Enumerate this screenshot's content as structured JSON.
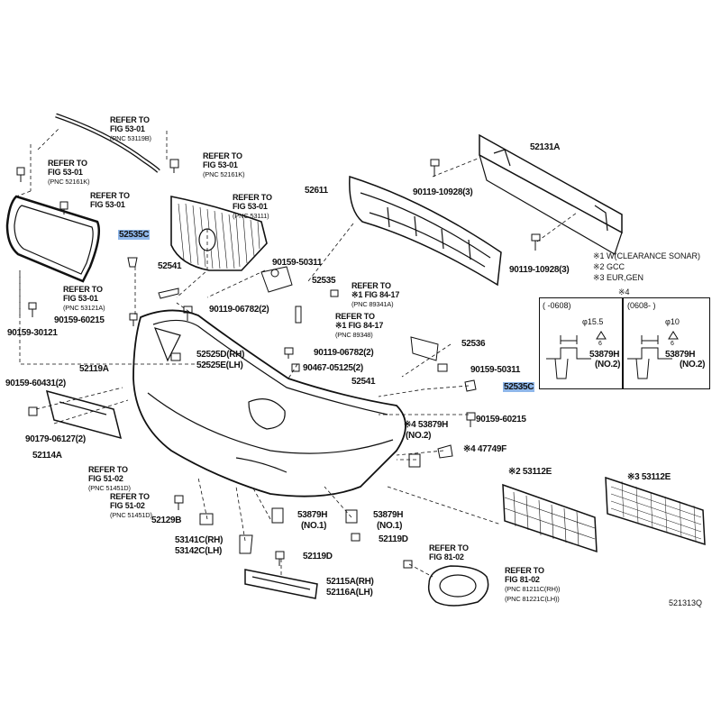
{
  "diagram_id": "521313Q",
  "refs": {
    "r1": {
      "title": "REFER TO",
      "fig": "FIG 53-01",
      "pnc": "(PNC 53119B)"
    },
    "r2": {
      "title": "REFER TO",
      "fig": "FIG 53-01",
      "pnc": "(PNC 52161K)"
    },
    "r3": {
      "title": "REFER TO",
      "fig": "FIG 53-01",
      "pnc": "(PNC 52161K)"
    },
    "r4": {
      "title": "REFER TO",
      "fig": "FIG 53-01",
      "pnc": ""
    },
    "r5": {
      "title": "REFER TO",
      "fig": "FIG 53-01",
      "pnc": "(PNC 53111)"
    },
    "r6": {
      "title": "REFER TO",
      "fig": "FIG 53-01",
      "pnc": "(PNC 53121A)"
    },
    "r7": {
      "title": "REFER TO",
      "fig": "※1 FIG 84-17",
      "pnc": "(PNC 89341A)"
    },
    "r8": {
      "title": "REFER TO",
      "fig": "※1 FIG 84-17",
      "pnc": "(PNC 89348)"
    },
    "r9": {
      "title": "REFER TO",
      "fig": "FIG 51-02",
      "pnc": "(PNC 51451D)"
    },
    "r10": {
      "title": "REFER TO",
      "fig": "FIG 51-02",
      "pnc": "(PNC 51451D)"
    },
    "r11": {
      "title": "REFER TO",
      "fig": "FIG 81-02",
      "pnc": ""
    },
    "r12": {
      "title": "REFER TO",
      "fig": "FIG 81-02",
      "pnc": "(PNC 81211C(RH))",
      "pnc2": "(PNC 81221C(LH))"
    }
  },
  "parts": {
    "p52131A": "52131A",
    "p52611": "52611",
    "p90119_10928a": "90119-10928(3)",
    "p90119_10928b": "90119-10928(3)",
    "p52535C_a": "52535C",
    "p52535C_b": "52535C",
    "p52541a": "52541",
    "p52541b": "52541",
    "p90159_50311a": "90159-50311",
    "p90159_50311b": "90159-50311",
    "p52535": "52535",
    "p90119_06782a": "90119-06782(2)",
    "p90119_06782b": "90119-06782(2)",
    "p90159_60215a": "90159-60215",
    "p90159_60215b": "90159-60215",
    "p90159_30121": "90159-30121",
    "p52525D": "52525D(RH)",
    "p52525E": "52525E(LH)",
    "p52119A": "52119A",
    "p90467": "90467-05125(2)",
    "p52536": "52536",
    "p90159_60431": "90159-60431(2)",
    "p90179": "90179-06127(2)",
    "p52114A": "52114A",
    "p53879H_4": "※4   53879H",
    "p53879H_4b": "(NO.2)",
    "p47749F": "※4 47749F",
    "p53879H_1a": "53879H",
    "p53879H_1ab": "(NO.1)",
    "p53879H_1b": "53879H",
    "p53879H_1bb": "(NO.1)",
    "p52129B": "52129B",
    "p53141C": "53141C(RH)",
    "p53142C": "53142C(LH)",
    "p52119D_a": "52119D",
    "p52119D_b": "52119D",
    "p52115A": "52115A(RH)",
    "p52116A": "52116A(LH)",
    "p53112E_a": "※2 53112E",
    "p53112E_b": "※3 53112E"
  },
  "notes": {
    "n1": "※1 W(CLEARANCE SONAR)",
    "n2": "※2 GCC",
    "n3": "※3 EUR,GEN",
    "n4": "※4"
  },
  "inset": {
    "left_header": "(     -0608)",
    "right_header": "(0608-     )",
    "left_dim": "φ15.5",
    "right_dim": "φ10",
    "left_part": "53879H",
    "left_part_sub": "(NO.2)",
    "right_part": "53879H",
    "right_part_sub": "(NO.2)",
    "warn_glyph": "6"
  },
  "colors": {
    "highlight": "#8fb7ea",
    "line": "#111111"
  }
}
